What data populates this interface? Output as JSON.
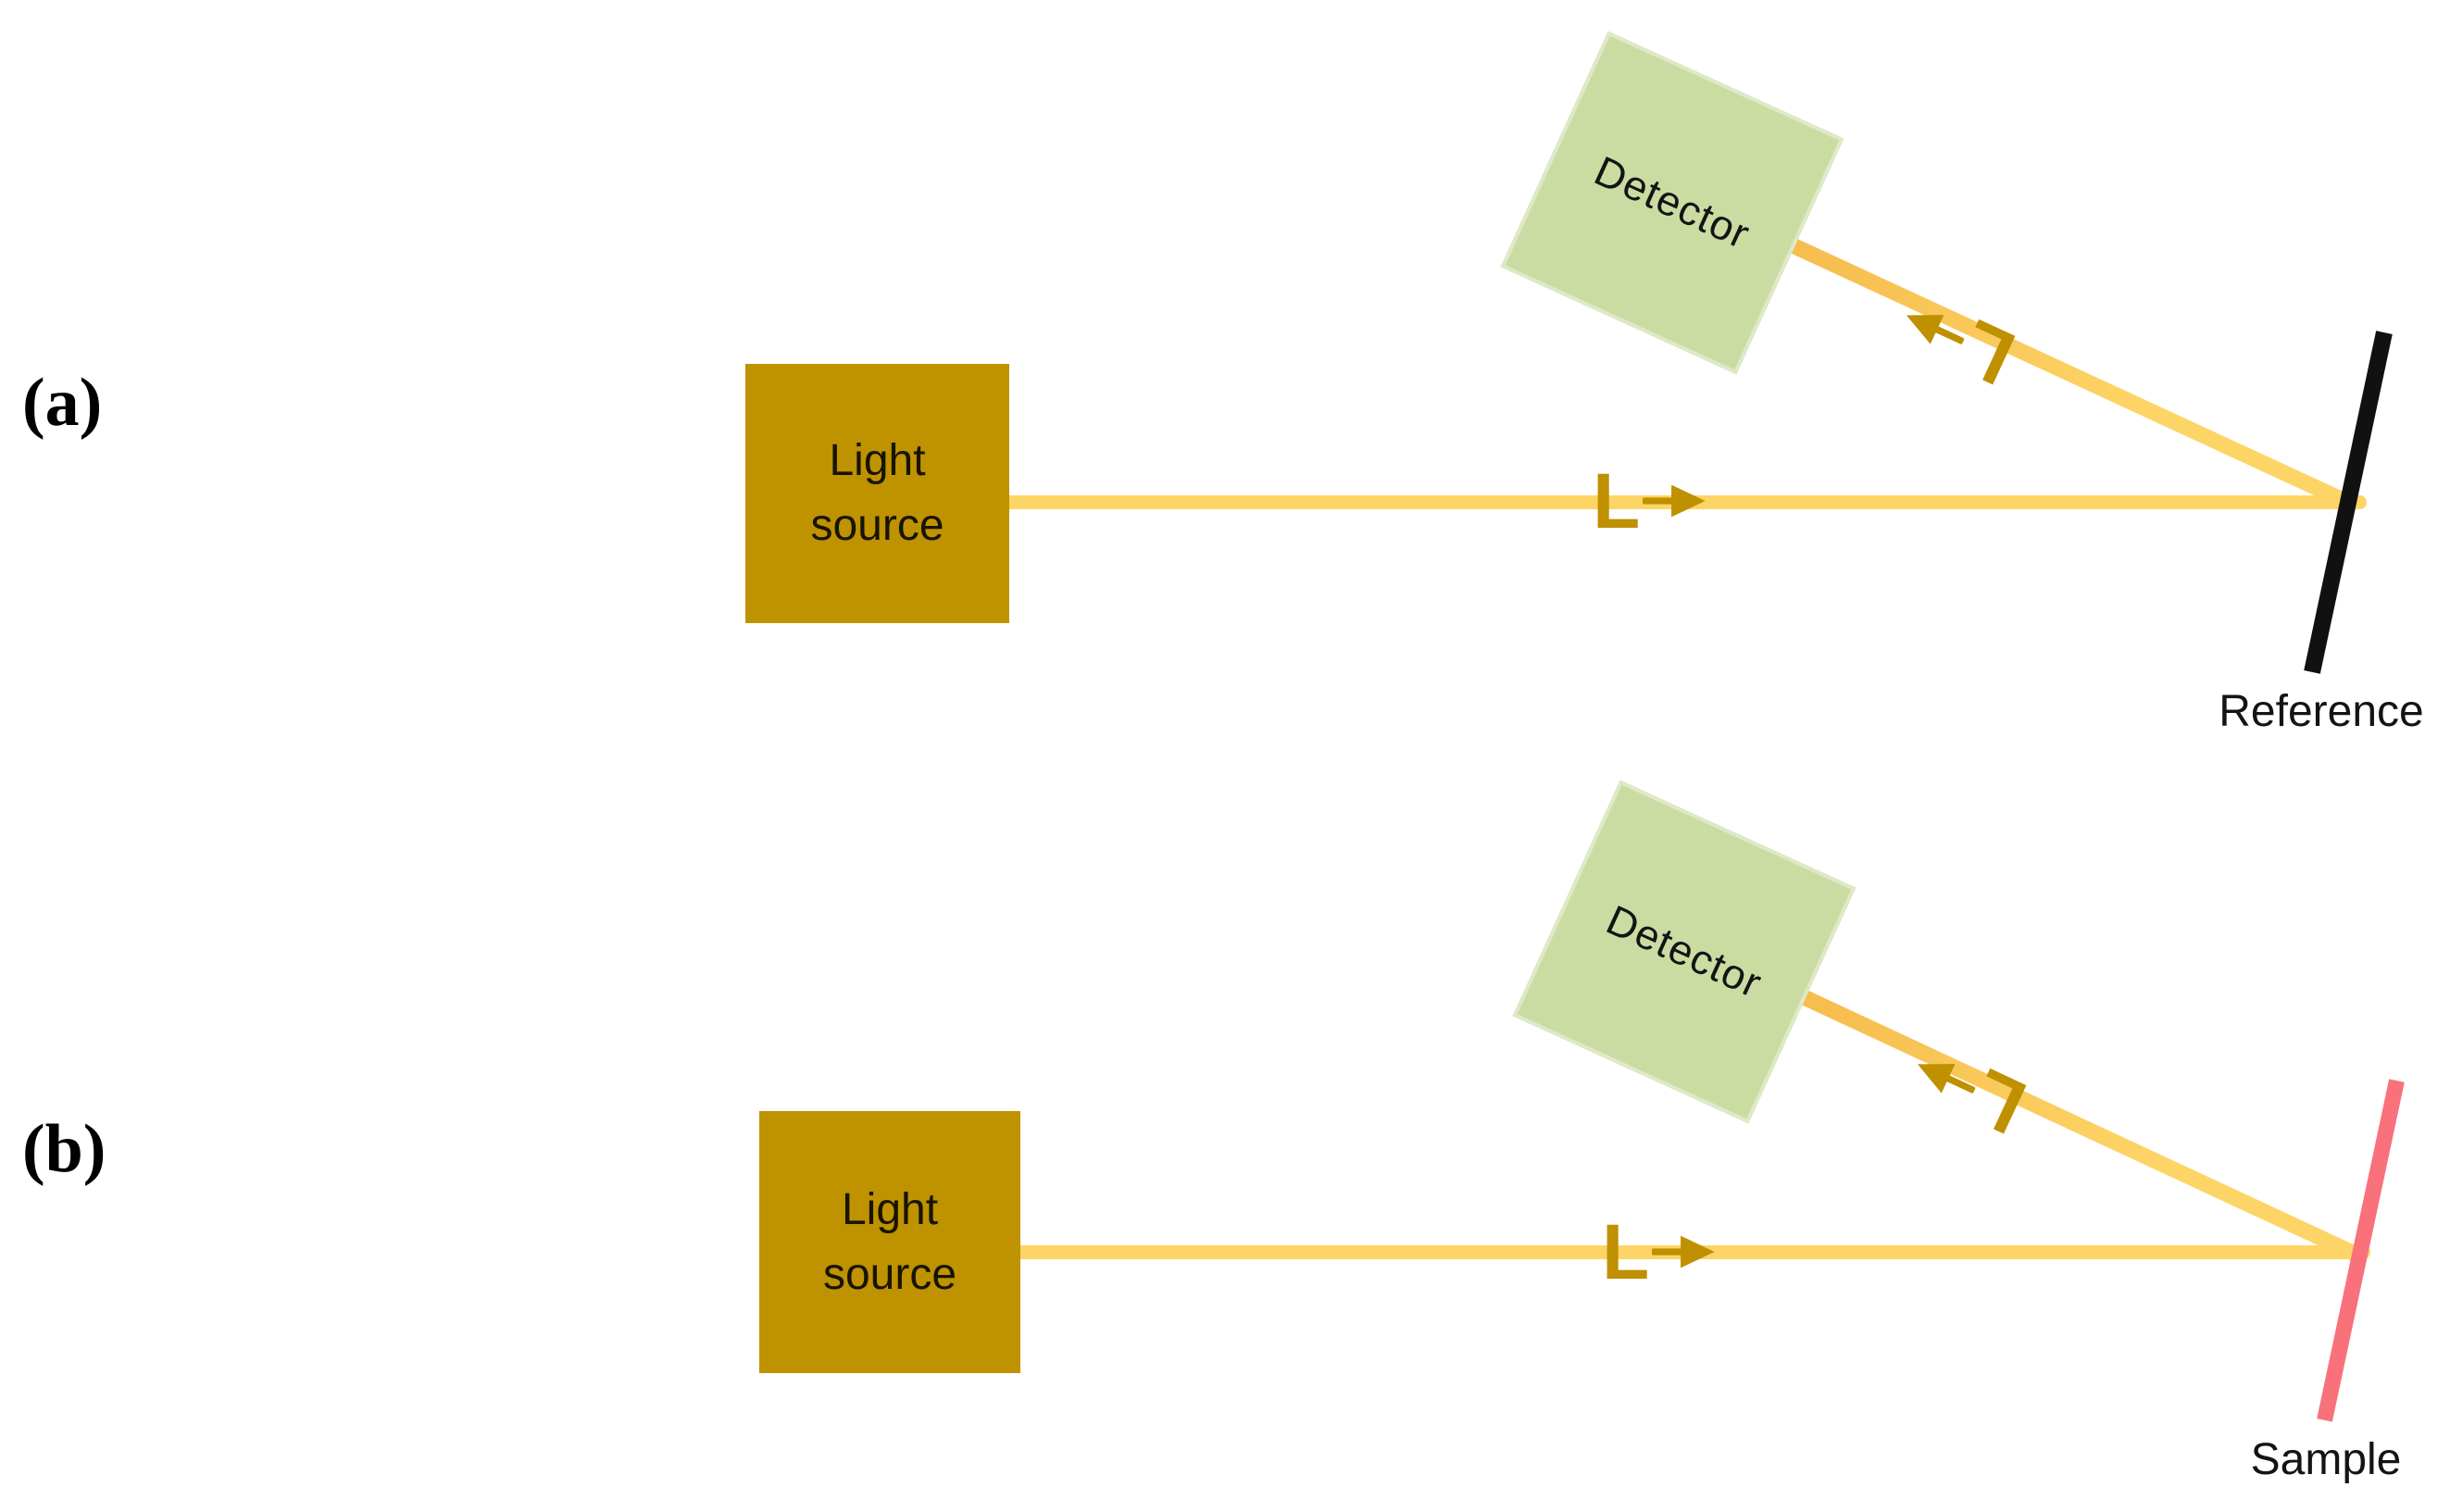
{
  "figure": {
    "panels": [
      {
        "label": "(a)",
        "light_source_line1": "Light",
        "light_source_line2": "source",
        "detector_label": "Detector",
        "beam_marker": "L",
        "target_label": "Reference"
      },
      {
        "label": "(b)",
        "light_source_line1": "Light",
        "light_source_line2": "source",
        "detector_label": "Detector",
        "beam_marker": "L",
        "target_label": "Sample"
      }
    ]
  },
  "colors": {
    "lightSourceFill": "#BF9200",
    "detectorFill": "#CBDCA3",
    "detectorBorder": "#DEE9C6",
    "beamYellow": "#FDD566",
    "beamOrange": "#F6BC4E",
    "markerGold": "#BF9000",
    "referenceBarColor": "#111111",
    "sampleBarColor": "#F8717B"
  }
}
